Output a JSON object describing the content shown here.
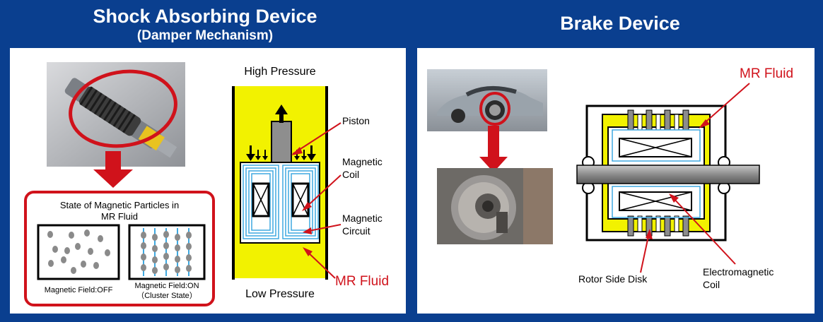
{
  "shock": {
    "title": "Shock Absorbing Device",
    "subtitle": "(Damper Mechanism)",
    "particles_box": {
      "title_line1": "State of Magnetic Particles in",
      "title_line2": "MR Fluid",
      "off_label": "Magnetic Field:OFF",
      "on_label_line1": "Magnetic Field:ON",
      "on_label_line2": "（Cluster State）"
    },
    "damper": {
      "high_pressure": "High Pressure",
      "low_pressure": "Low Pressure",
      "piston": "Piston",
      "coil_line1": "Magnetic",
      "coil_line2": "Coil",
      "circuit_line1": "Magnetic",
      "circuit_line2": "Circuit",
      "mr_fluid": "MR Fluid"
    }
  },
  "brake": {
    "title": "Brake Device",
    "mr_fluid": "MR Fluid",
    "rotor_disk": "Rotor Side Disk",
    "em_coil_line1": "Electromagnetic",
    "em_coil_line2": "Coil"
  },
  "colors": {
    "background": "#0a3f8f",
    "accent_red": "#d0121b",
    "mr_yellow": "#f2f200",
    "field_blue": "#3fa9e0"
  }
}
